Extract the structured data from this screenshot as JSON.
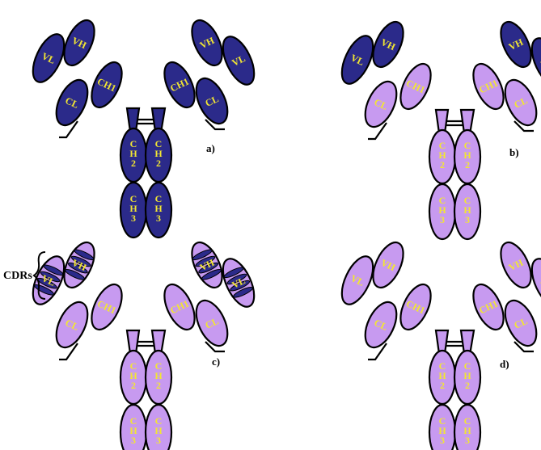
{
  "colors": {
    "dark": "#2b2a8a",
    "light": "#c79af0",
    "label": "#f2e633",
    "outline": "#000000"
  },
  "domain_labels": {
    "vl": "VL",
    "vh": "VH",
    "ch1": "CH1",
    "cl": "CL",
    "ch2_line1": "C",
    "ch2_line2": "H",
    "ch2_line3": "2",
    "ch3_line1": "C",
    "ch3_line2": "H",
    "ch3_line3": "3"
  },
  "panels": [
    {
      "id": "a",
      "label": "a)",
      "variable": "dark",
      "constant": "dark",
      "cdrs": false
    },
    {
      "id": "b",
      "label": "b)",
      "variable": "dark",
      "constant": "light",
      "cdrs": false
    },
    {
      "id": "c",
      "label": "c)",
      "variable": "light",
      "constant": "light",
      "cdrs": true,
      "cdr_label": "CDRs"
    },
    {
      "id": "d",
      "label": "d)",
      "variable": "light",
      "constant": "light",
      "cdrs": false
    }
  ]
}
